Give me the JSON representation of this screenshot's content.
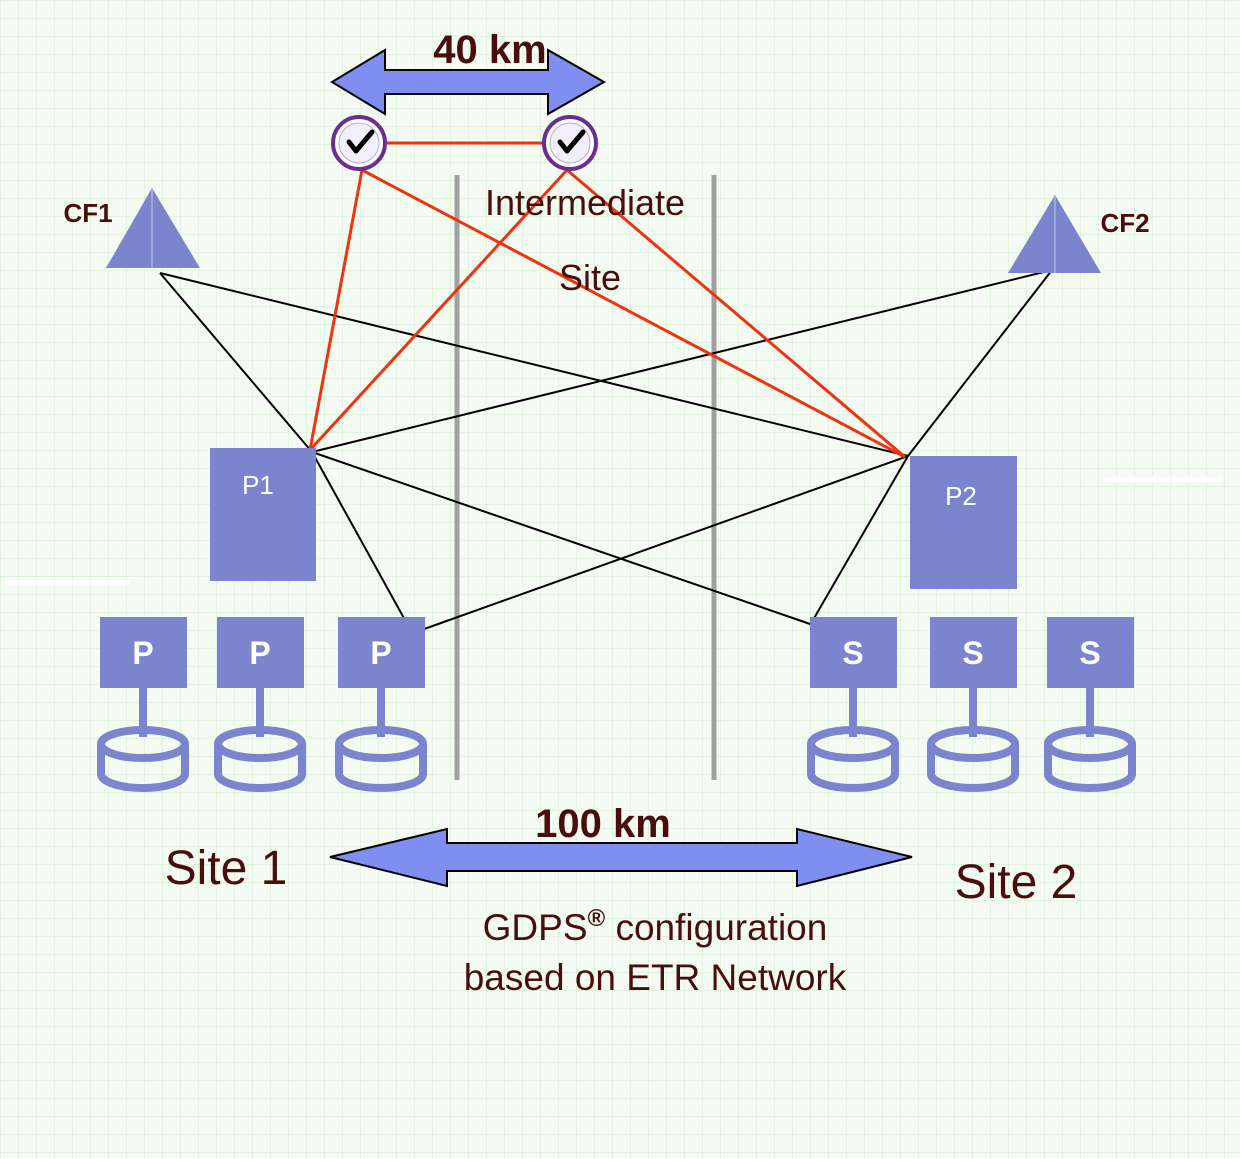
{
  "title": "GDPS® configuration based on ETR Network",
  "labels": {
    "distance_top": "40 km",
    "distance_bottom": "100 km",
    "intermediate_line1": "Intermediate",
    "intermediate_line2": "Site",
    "cf1": "CF1",
    "cf2": "CF2",
    "p1": "P1",
    "p2": "P2",
    "site1": "Site 1",
    "site2": "Site 2",
    "caption_gdps": "GDPS",
    "caption_reg": "®",
    "caption_line1_rest": " configuration",
    "caption_line2": "based on ETR Network"
  },
  "site1_volumes": [
    "P",
    "P",
    "P"
  ],
  "site2_volumes": [
    "S",
    "S",
    "S"
  ],
  "colors": {
    "shape_fill": "#7b84cc",
    "arrow_fill": "#7f8ef0",
    "red_link": "#ee3311",
    "black_link": "#000000",
    "divider": "#a0a0a0",
    "text": "#4a0d0d",
    "background": "#f4fbf2"
  },
  "icons": {
    "clock_left": "etr-clock-icon",
    "clock_right": "etr-clock-icon",
    "cf": "coupling-facility-triangle-icon",
    "disk": "disk-cylinder-icon"
  }
}
